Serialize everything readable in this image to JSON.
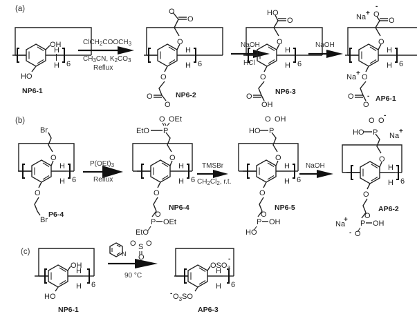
{
  "figure": {
    "parts": [
      {
        "id": "a",
        "label": "(a)",
        "steps": [
          {
            "reagents": [
              "ClCH2COOCH3",
              "CH3CN, K2CO3",
              "Reflux"
            ]
          },
          {
            "reagents": [
              "NaOH",
              "HCl"
            ]
          },
          {
            "reagents": [
              "NaOH"
            ]
          }
        ],
        "compounds": [
          "NP6-1",
          "NP6-2",
          "NP6-3",
          "AP6-1"
        ]
      },
      {
        "id": "b",
        "label": "(b)",
        "steps": [
          {
            "reagents": [
              "P(OEt)3",
              "Reflux"
            ]
          },
          {
            "reagents": [
              "TMSBr",
              "CH2Cl2, r.t."
            ]
          },
          {
            "reagents": [
              "NaOH"
            ]
          }
        ],
        "compounds": [
          "P6-4",
          "NP6-4",
          "NP6-5",
          "AP6-2"
        ]
      },
      {
        "id": "c",
        "label": "(c)",
        "steps": [
          {
            "reagents": [
              "pyridine·SO3",
              "90 °C"
            ]
          }
        ],
        "compounds": [
          "NP6-1",
          "AP6-3"
        ]
      }
    ],
    "repeat_unit_count": "6",
    "atoms": {
      "OH": "OH",
      "HO": "HO",
      "O": "O",
      "H": "H",
      "Br": "Br",
      "Na": "Na",
      "N": "N",
      "OEt": "OEt",
      "EtO": "EtO",
      "P": "P",
      "S": "S",
      "OSO3": "OSO",
      "O3SO": "O",
      "SO": "SO"
    },
    "reagent_text": {
      "a1_line1_pre": "ClCH",
      "a1_line1_s1": "2",
      "a1_line1_post": "COOCH",
      "a1_line1_s2": "3",
      "a1_line2_pre": "CH",
      "a1_line2_s1": "3",
      "a1_line2_mid": "CN, K",
      "a1_line2_s2": "2",
      "a1_line2_post": "CO",
      "a1_line2_s3": "3",
      "a1_line3": "Reflux",
      "a2_line1": "NaOH",
      "a2_line2": "HCl",
      "a3_line1": "NaOH",
      "b1_line1_pre": "P(OEt)",
      "b1_line1_s": "3",
      "b1_line2": "Reflux",
      "b2_line1": "TMSBr",
      "b2_line2_pre": "CH",
      "b2_line2_s1": "2",
      "b2_line2_mid": "Cl",
      "b2_line2_s2": "2",
      "b2_line2_post": ", r.t.",
      "b3_line1": "NaOH",
      "c1_line1": "90 °C"
    },
    "charges": {
      "minus": "-",
      "plus": "+",
      "sub3": "3"
    }
  }
}
